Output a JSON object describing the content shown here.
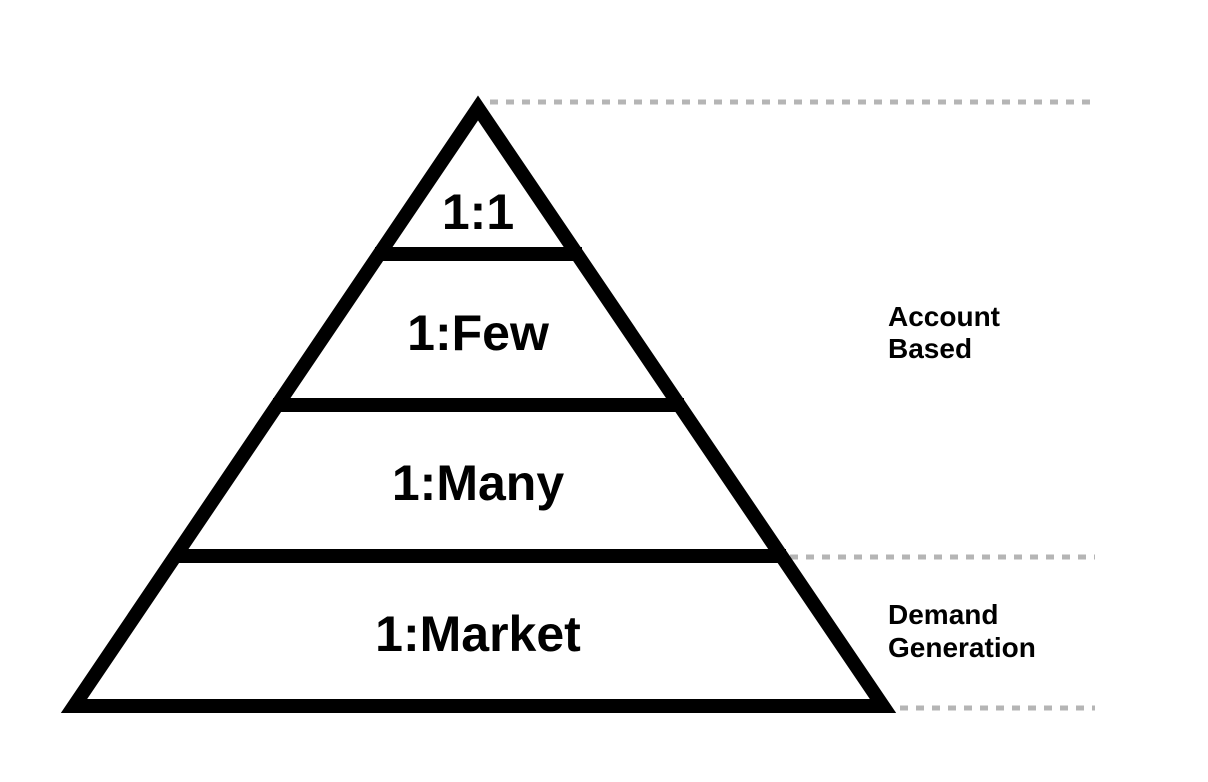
{
  "tiers": [
    {
      "label": "1:1"
    },
    {
      "label": "1:Few"
    },
    {
      "label": "1:Many"
    },
    {
      "label": "1:Market"
    }
  ],
  "groups": {
    "account_based": {
      "line1": "Account",
      "line2": "Based"
    },
    "demand_generation": {
      "line1": "Demand",
      "line2": "Generation"
    }
  },
  "colors": {
    "stroke": "#000000",
    "divider": "#b5b5b5",
    "background": "#ffffff"
  }
}
